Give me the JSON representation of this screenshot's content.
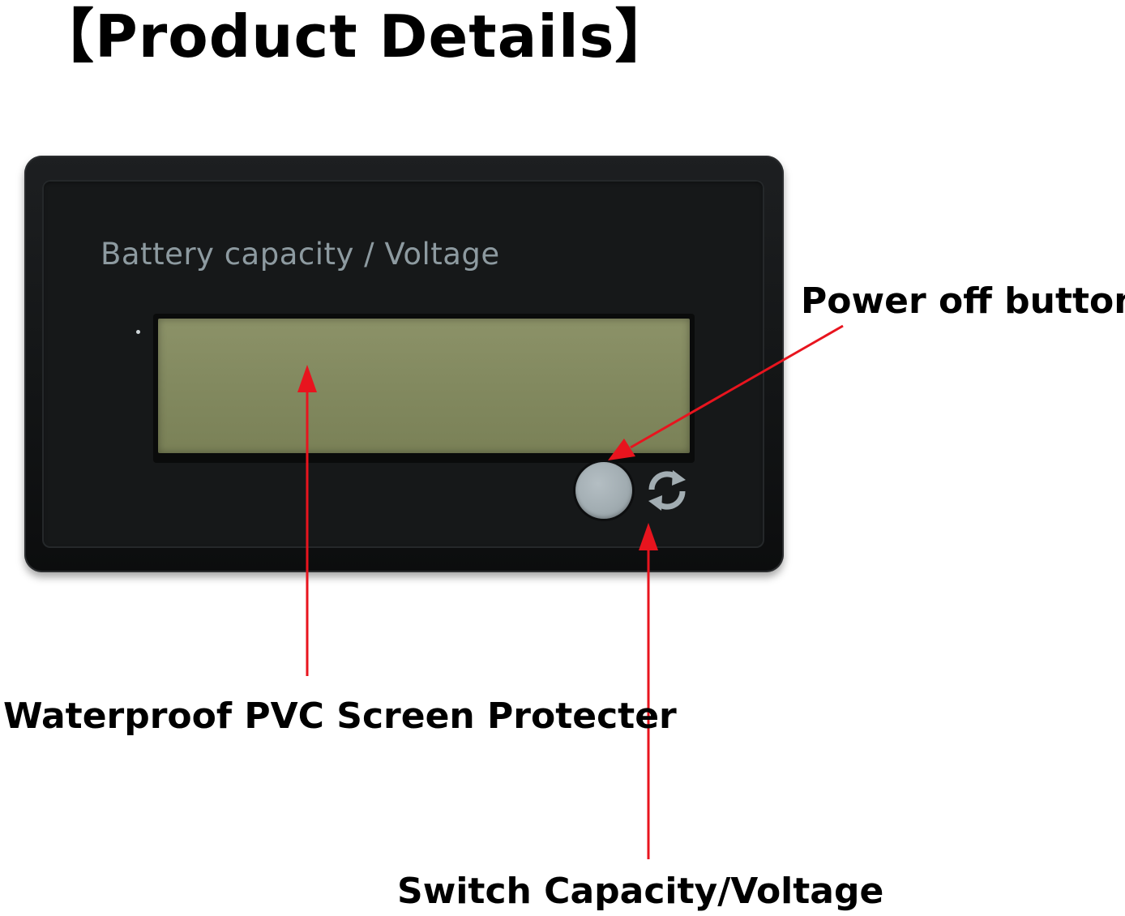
{
  "header": {
    "title": "【Product Details】"
  },
  "device": {
    "label": "Battery capacity / Voltage",
    "colors": {
      "housing": "#131516",
      "lcd": "#868d63",
      "button": "#a2adb2",
      "label_text": "#8d9aa0"
    },
    "icons": {
      "power_button": "round-button",
      "switch": "refresh-cycle-icon"
    }
  },
  "annotations": {
    "power_off": "Power off button",
    "screen": "Waterproof PVC Screen Protecter",
    "switch": "Switch Capacity/Voltage",
    "arrow_color": "#e8141e"
  }
}
